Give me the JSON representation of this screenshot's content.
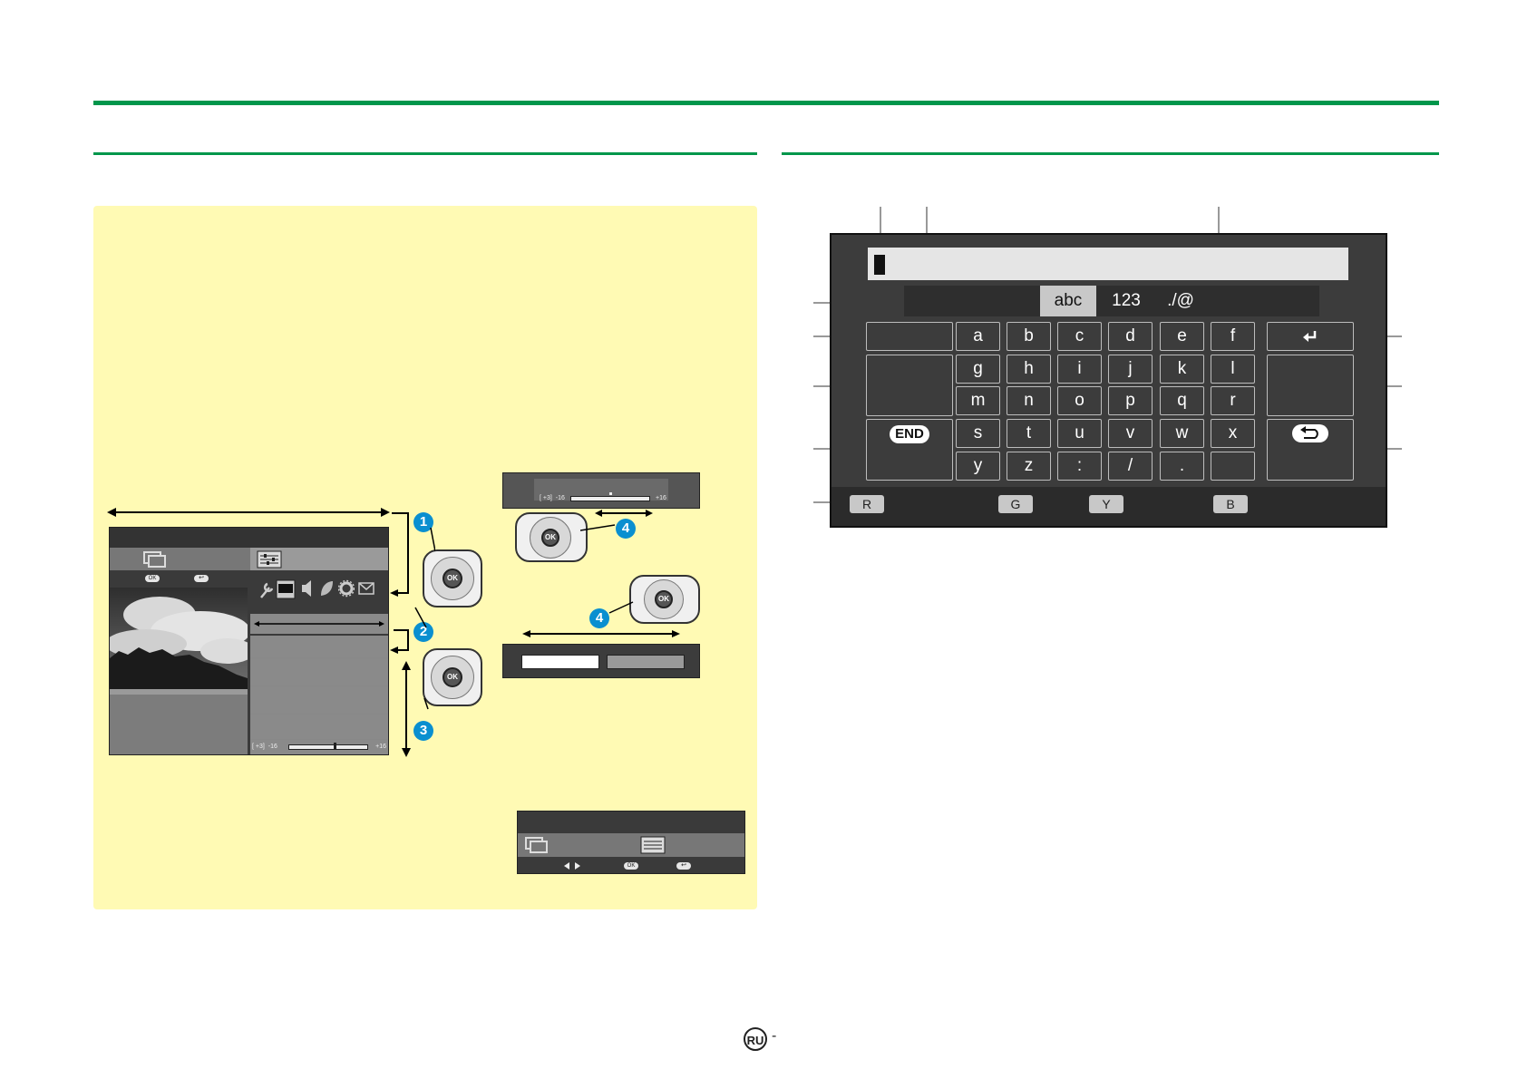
{
  "left_osd": {
    "tv_slider": {
      "bracket": "[",
      "value_text": "+3]",
      "min": "-16",
      "max": "+16"
    },
    "mini_slider": {
      "bracket": "[",
      "value_text": "+3]",
      "min": "-16",
      "max": "+16"
    }
  },
  "step_numbers": [
    "1",
    "2",
    "3",
    "4",
    "4"
  ],
  "remote": {
    "ok_label": "OK"
  },
  "keyboard": {
    "tabs": [
      "abc",
      "123",
      "./@"
    ],
    "rows": [
      [
        "a",
        "b",
        "c",
        "d",
        "e",
        "f"
      ],
      [
        "g",
        "h",
        "i",
        "j",
        "k",
        "l"
      ],
      [
        "m",
        "n",
        "o",
        "p",
        "q",
        "r"
      ],
      [
        "s",
        "t",
        "u",
        "v",
        "w",
        "x"
      ],
      [
        "y",
        "z",
        ":",
        "/",
        ".",
        ""
      ]
    ],
    "end_label": "END",
    "enter_icon": "enter-arrow-icon",
    "back_icon": "return-arrow-icon",
    "color_keys": [
      "R",
      "G",
      "Y",
      "B"
    ]
  },
  "footer": {
    "region_badge": "RU",
    "dash": "-"
  },
  "colors": {
    "accent_green": "#00964b",
    "panel_yellow": "#fffab4",
    "step_blue": "#0a8fd0"
  }
}
